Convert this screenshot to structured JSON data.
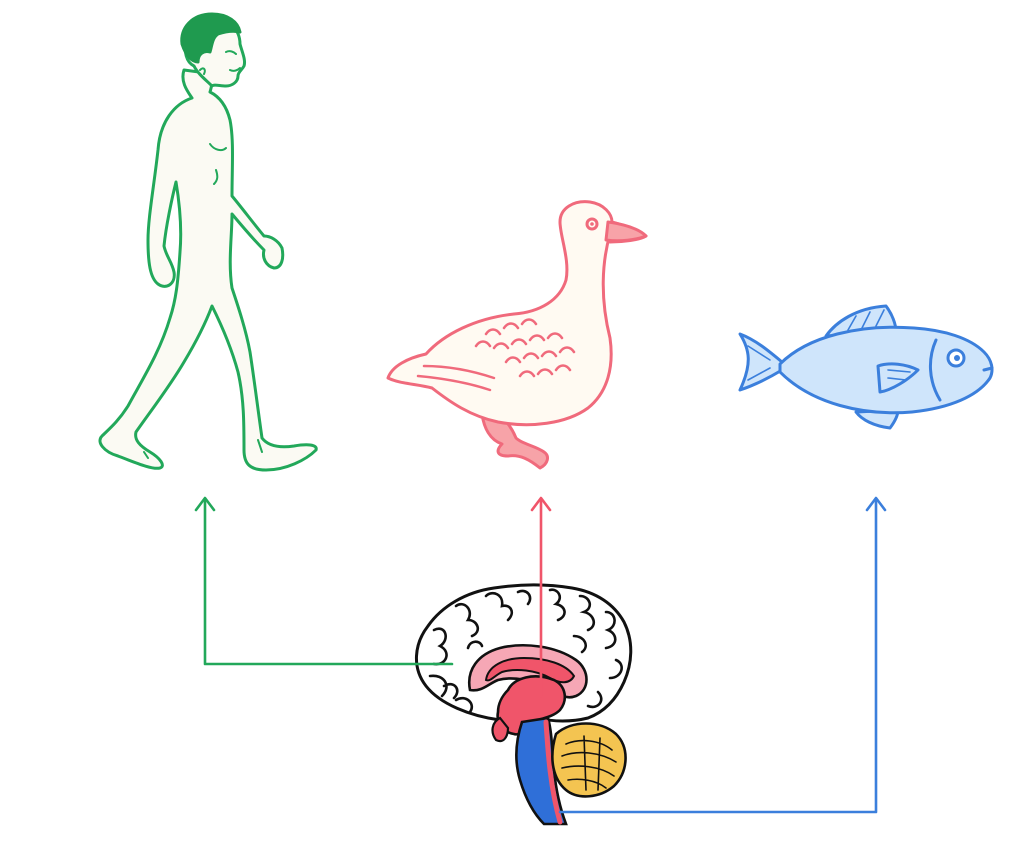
{
  "colors": {
    "background": "#ffffff",
    "human": "#22a85a",
    "human_hair": "#1f9a4f",
    "skin_fill": "#fbfaf3",
    "goose": "#f06a7c",
    "goose_fill": "#fffaf2",
    "goose_beak": "#f7a3a8",
    "fish": "#3b7fdc",
    "fish_fill": "#cfe5fb",
    "brain_outline": "#111111",
    "limbic_red": "#f0556a",
    "limbic_pink": "#f6a7b5",
    "brainstem_blue": "#2f6fd8",
    "cerebellum_yellow": "#f4c451"
  },
  "icons": {
    "human": "walking-human-icon",
    "goose": "goose-icon",
    "fish": "fish-icon",
    "brain": "brain-sagittal-icon"
  },
  "connections": [
    {
      "from": "neocortex",
      "to": "human",
      "color": "#22a85a"
    },
    {
      "from": "limbic-system",
      "to": "goose",
      "color": "#f0556a"
    },
    {
      "from": "brainstem",
      "to": "fish",
      "color": "#3b7fdc"
    }
  ]
}
